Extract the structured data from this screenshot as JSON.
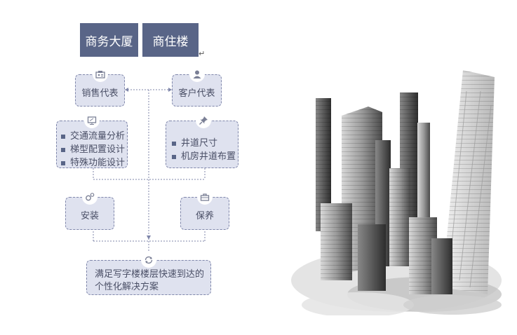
{
  "header": {
    "left_label": "商务大厦",
    "right_label": "商住楼",
    "return_mark": "↵"
  },
  "nodes": {
    "sales": {
      "label": "销售代表",
      "icon": "id-card-icon"
    },
    "client": {
      "label": "客户代表",
      "icon": "person-icon"
    },
    "design": {
      "items": [
        "交通流量分析",
        "梯型配置设计",
        "特殊功能设计"
      ],
      "icon": "monitor-icon"
    },
    "shaft": {
      "items": [
        "井道尺寸",
        "机房井道布置"
      ],
      "icon": "pin-icon"
    },
    "install": {
      "label": "安装",
      "icon": "gears-icon"
    },
    "maintain": {
      "label": "保养",
      "icon": "toolbox-icon"
    },
    "solution": {
      "label": "满足写字楼楼层快速到达的个性化解决方案",
      "icon": "refresh-icon"
    }
  },
  "colors": {
    "header_bg": "#596587",
    "node_bg": "#dfe2ef",
    "node_border": "#7f86aa",
    "text": "#4a4f66"
  }
}
